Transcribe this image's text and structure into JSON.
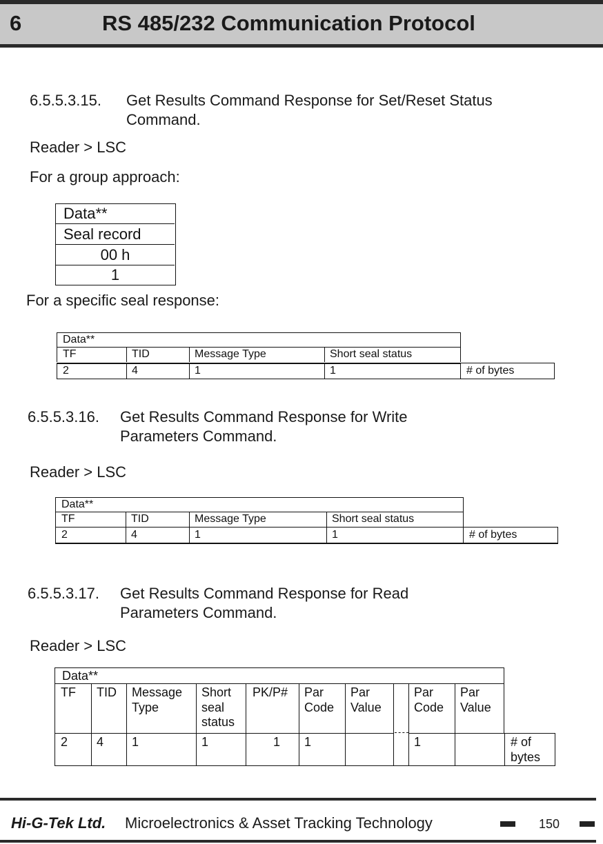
{
  "header": {
    "number": "6",
    "title": "RS 485/232 Communication Protocol"
  },
  "s15": {
    "num": "6.5.5.3.15.",
    "title1": "Get Results Command Response for Set/Reset Status",
    "title2": "Command.",
    "direction": "Reader > LSC",
    "group_label": "For a group approach:",
    "group_table": [
      "Data**",
      "Seal record",
      "00 h",
      "1"
    ],
    "specific_label": "For a specific seal response:",
    "table": {
      "header": "Data**",
      "cols": [
        "TF",
        "TID",
        "Message Type",
        "Short seal status"
      ],
      "values": [
        "2",
        "4",
        "1",
        "1"
      ],
      "bytes_label": "# of bytes"
    }
  },
  "s16": {
    "num": "6.5.5.3.16.",
    "title1": "Get Results Command Response for Write",
    "title2": "Parameters Command.",
    "direction": "Reader > LSC",
    "table": {
      "header": "Data**",
      "cols": [
        "TF",
        "TID",
        "Message Type",
        "Short seal status"
      ],
      "values": [
        "2",
        "4",
        "1",
        "1"
      ],
      "bytes_label": "# of bytes"
    }
  },
  "s17": {
    "num": "6.5.5.3.17.",
    "title1": "Get Results Command Response for Read",
    "title2": "Parameters Command.",
    "direction": "Reader > LSC",
    "table": {
      "header": "Data**",
      "cols": [
        "TF",
        "TID",
        "Message\nType",
        "Short\nseal\nstatus",
        "PK/P#",
        "Par\nCode",
        "Par\nValue",
        "",
        "Par\nCode",
        "Par\nValue"
      ],
      "values": [
        "2",
        "4",
        "1",
        "1",
        "1",
        "1",
        "",
        "",
        "1",
        ""
      ],
      "bytes_label": "# of\nbytes"
    }
  },
  "footer": {
    "company": "Hi-G-Tek Ltd.",
    "tagline": "Microelectronics & Asset Tracking Technology",
    "page": "150"
  }
}
